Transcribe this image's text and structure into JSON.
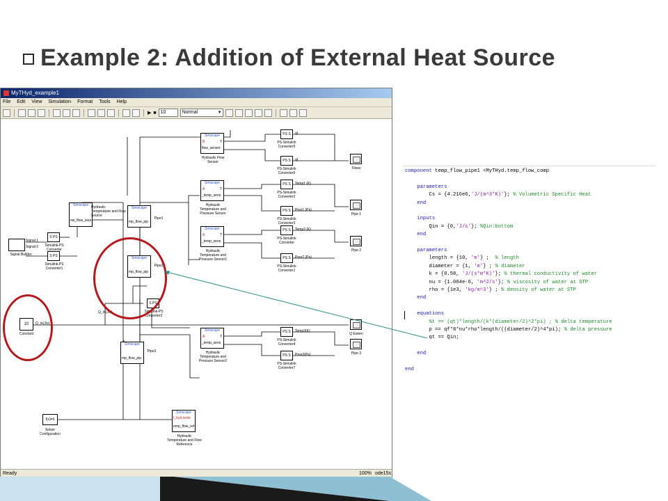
{
  "slide": {
    "title": "Example 2: Addition of External Heat Source"
  },
  "window": {
    "title": "MyTHyd_example1",
    "menu": [
      "File",
      "Edit",
      "View",
      "Simulation",
      "Format",
      "Tools",
      "Help"
    ],
    "stop_time": "10",
    "sim_mode": "Normal",
    "status": {
      "left": "Ready",
      "zoom": "100%",
      "right": "ode15s"
    }
  },
  "blocks": {
    "flow_sensor": {
      "hdr": "Simscape",
      "p1": "B",
      "p2": "T",
      "p3": "flow_sensor",
      "lbl": "Hydraulic Flow\nSensor"
    },
    "temp_sensor": {
      "hdr": "Simscape",
      "p1": "A",
      "p2": "T",
      "p3": "_temp_sens",
      "lbl": "Hydraulic\nTemperature and\nPressure Sensor"
    },
    "temp_sensor1": {
      "hdr": "Simscape",
      "p1": "A",
      "p2": "T",
      "p3": "_temp_sens",
      "lbl": "Hydraulic\nTemperature and\nPressure Sensor1"
    },
    "temp_sensor2": {
      "hdr": "Simscape",
      "p1": "A",
      "p2": "T",
      "p3": "_temp_sens",
      "lbl": "Hydraulic\nTemperature and\nPressure Sensor2"
    },
    "heat_source": {
      "hdr": "Simscape",
      "inner": "ow_flow_sour",
      "lbl": "Hydraulic\nTemperature and Flow\nSource"
    },
    "pipe1": {
      "hdr": "Simscape",
      "inner": "mp_flow_pip",
      "lbl": "Pipe1"
    },
    "pipe2": {
      "hdr": "Simscape",
      "inner": "mp_flow_pip",
      "lbl": "Pipe2"
    },
    "pipe3": {
      "hdr": "Simscape",
      "inner": "mp_flow_pip",
      "lbl": "Pipe3"
    },
    "reference": {
      "hdr": "Simscape",
      "inner1": "t_hyd.node",
      "inner2": "emp_flow_ref",
      "lbl": "Hydraulic\nTemperature and Flow\nReference"
    },
    "signal_builder": {
      "s1": "Signal 1",
      "s2": "Signal 2",
      "lbl": "Signal Builder"
    },
    "sps_conv": {
      "text": "S PS",
      "lbl": "Simulink-PS\nConverter"
    },
    "sps_conv1": {
      "text": "S PS",
      "lbl": "Simulink-PS\nConverter1"
    },
    "sps_conv2": {
      "text": "S PS",
      "lbl": "Simulink-PS\nConverter2"
    },
    "constant": {
      "value": "10",
      "lbl": "Constant"
    },
    "q_in_label": "Q_in(J/s)",
    "solver": {
      "text": "f(x)=0",
      "lbl": "Solver\nConfiguration"
    },
    "ps_conv5": {
      "text": "PS S",
      "port": "qt",
      "lbl": "PS-Simulink\nConverter5"
    },
    "ps_conv6": {
      "text": "PS S",
      "port": "qf",
      "lbl": "PS-Simulink\nConverter6"
    },
    "ps_conv2": {
      "text": "PS S",
      "port": "Temp1 (K)",
      "lbl": "PS-Simulink\nConverter2"
    },
    "ps_conv3": {
      "text": "PS S",
      "port": "Pres1 (Pa)",
      "lbl": "PS-Simulink\nConverter3"
    },
    "ps_conv": {
      "text": "PS S",
      "port": "Temp2 (K)",
      "lbl": "PS-Simulink\nConverter"
    },
    "ps_conv1": {
      "text": "PS S",
      "port": "Pres2 (Pa)",
      "lbl": "PS-Simulink\nConverter1"
    },
    "ps_conv4": {
      "text": "PS S",
      "port": "Temp3(K)",
      "lbl": "PS-Simulink\nConverter4"
    },
    "ps_conv7": {
      "text": "PS S",
      "port": "Pres3(Pa)",
      "lbl": "PS-Simulink\nConverter7"
    },
    "scopes": {
      "flows": "Flows",
      "pipe1": "Pipe 1",
      "pipe2": "Pipe 2",
      "qextern": "Q Extern",
      "pipe3": "Pipe 3"
    }
  },
  "code": [
    {
      "parts": [
        [
          "kw",
          "component "
        ],
        [
          "tx",
          "temp_flow_pipe1 <MyTHyd.temp_flow_comp"
        ]
      ]
    },
    {
      "parts": []
    },
    {
      "parts": [
        [
          "kw",
          "    parameters"
        ]
      ]
    },
    {
      "parts": [
        [
          "tx",
          "        Cs = {4.216e6,"
        ],
        [
          "st",
          "'J/(m^3*K)'"
        ],
        [
          "tx",
          "}; "
        ],
        [
          "cm",
          "% Volumetric Specific Heat"
        ]
      ]
    },
    {
      "parts": [
        [
          "kw",
          "    end"
        ]
      ]
    },
    {
      "parts": []
    },
    {
      "parts": [
        [
          "kw",
          "    inputs"
        ]
      ]
    },
    {
      "parts": [
        [
          "tx",
          "        Qin = {0,"
        ],
        [
          "st",
          "'J/s'"
        ],
        [
          "tx",
          "}; "
        ],
        [
          "cm",
          "%Qin:bottom"
        ]
      ]
    },
    {
      "parts": [
        [
          "kw",
          "    end"
        ]
      ]
    },
    {
      "parts": []
    },
    {
      "parts": [
        [
          "kw",
          "    parameters"
        ]
      ]
    },
    {
      "parts": [
        [
          "tx",
          "        length = {10, "
        ],
        [
          "st",
          "'m'"
        ],
        [
          "tx",
          "} ;  "
        ],
        [
          "cm",
          "% length"
        ]
      ]
    },
    {
      "parts": [
        [
          "tx",
          "        diameter = {1, "
        ],
        [
          "st",
          "'m'"
        ],
        [
          "tx",
          "} ; "
        ],
        [
          "cm",
          "% diameter"
        ]
      ]
    },
    {
      "parts": [
        [
          "tx",
          "        k = {0.58, "
        ],
        [
          "st",
          "'J/(s*m*K)'"
        ],
        [
          "tx",
          "}; "
        ],
        [
          "cm",
          "% thermal conductivity of water"
        ]
      ]
    },
    {
      "parts": [
        [
          "tx",
          "        nu = {1.004e-6, "
        ],
        [
          "st",
          "'m^2/s'"
        ],
        [
          "tx",
          "}; "
        ],
        [
          "cm",
          "% viscosity of water at STP"
        ]
      ]
    },
    {
      "parts": [
        [
          "tx",
          "        rho = {1e3, "
        ],
        [
          "st",
          "'kg/m^3'"
        ],
        [
          "tx",
          "} ; "
        ],
        [
          "cm",
          "% density of water at STP"
        ]
      ]
    },
    {
      "parts": [
        [
          "kw",
          "    end"
        ]
      ]
    },
    {
      "parts": []
    },
    {
      "parts": [
        [
          "kw",
          "    equations"
        ]
      ]
    },
    {
      "parts": [
        [
          "cm",
          "        %t == (qt)*length/(k*(diameter/2)^2*pi) ; % delta temperature"
        ]
      ]
    },
    {
      "parts": [
        [
          "tx",
          "        p == qf*8*nu*rho*length/((diameter/2)^4*pi); "
        ],
        [
          "cm",
          "% delta pressure"
        ]
      ]
    },
    {
      "parts": [
        [
          "tx",
          "        qt == Qin;"
        ]
      ]
    },
    {
      "parts": []
    },
    {
      "parts": [
        [
          "kw",
          "    end"
        ]
      ]
    },
    {
      "parts": []
    },
    {
      "parts": [
        [
          "kw",
          "end"
        ]
      ]
    }
  ],
  "colors": {
    "accent_red": "#b4191c",
    "simscape_blue": "#2f56c4",
    "arrow_teal": "#2f8f8a"
  }
}
